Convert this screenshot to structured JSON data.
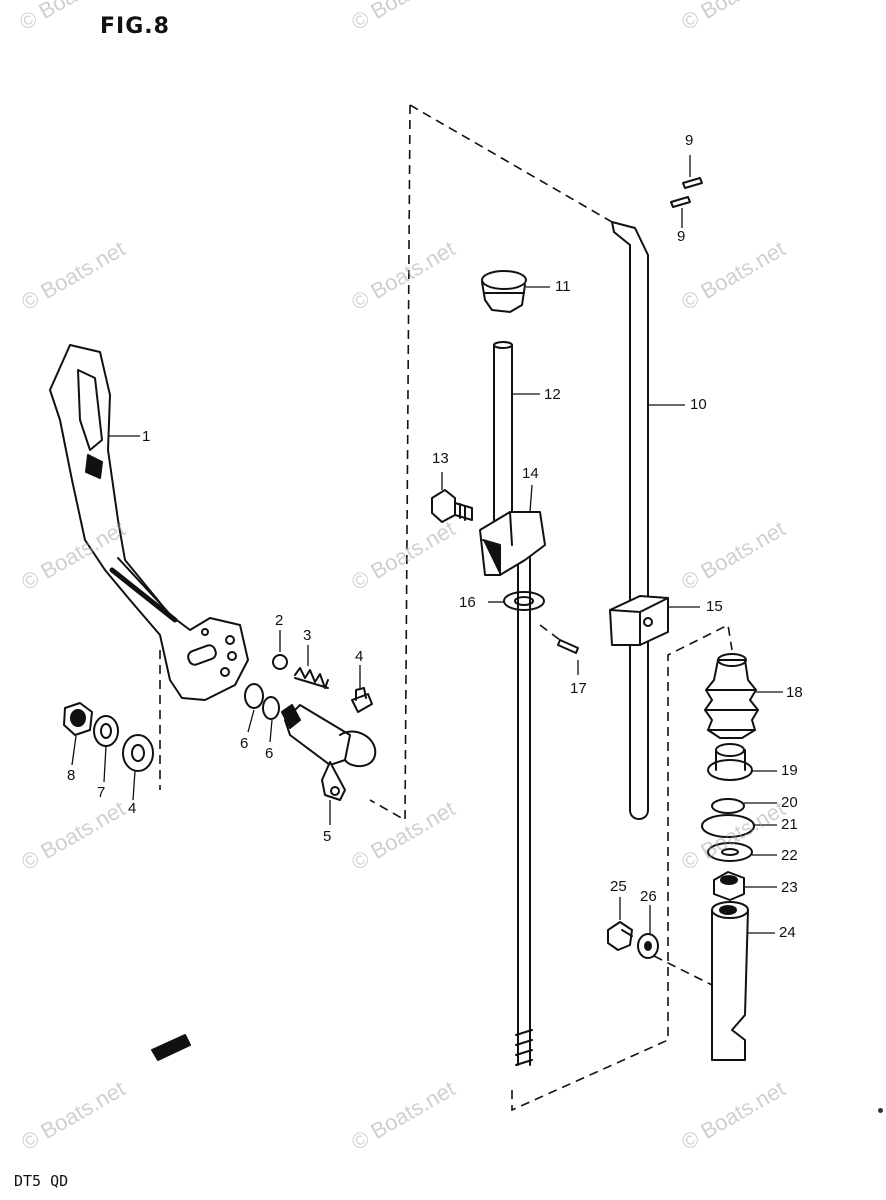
{
  "figure_title": "FIG.8",
  "model_code": "DT5 QD",
  "watermark": "© Boats.net",
  "part_labels": [
    "1",
    "2",
    "3",
    "4",
    "4",
    "5",
    "6",
    "6",
    "7",
    "8",
    "9",
    "9",
    "10",
    "11",
    "12",
    "13",
    "14",
    "15",
    "16",
    "17",
    "18",
    "19",
    "20",
    "21",
    "22",
    "23",
    "24",
    "25",
    "26"
  ]
}
